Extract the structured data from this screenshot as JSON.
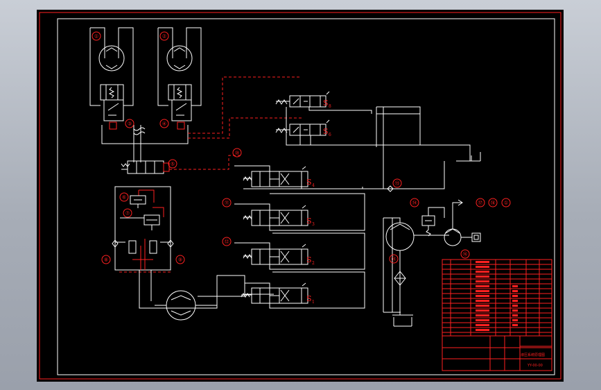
{
  "colors": {
    "background": "#000000",
    "lines": "#ffffff",
    "annotations": "#ff2020",
    "viewport_bg": "#a7adb7"
  },
  "callouts": [
    "①",
    "②",
    "③",
    "④",
    "⑤",
    "⑥",
    "⑦",
    "⑧",
    "⑨",
    "⑩",
    "⑪",
    "⑫",
    "⑬",
    "⑭",
    "⑮",
    "⑯",
    "⑰",
    "⑱"
  ],
  "valve_labels": {
    "s8": {
      "letter": "S",
      "sub": "8"
    },
    "s6": {
      "letter": "S",
      "sub": "6"
    },
    "s4": {
      "letter": "S",
      "sub": "4"
    },
    "s3": {
      "letter": "S",
      "sub": "3"
    },
    "s2": {
      "letter": "S",
      "sub": "2"
    },
    "s1": {
      "letter": "S",
      "sub": "1"
    }
  },
  "title_block": {
    "drawing_title": "液压系统原理图",
    "drawing_no": "YY-00-00"
  }
}
